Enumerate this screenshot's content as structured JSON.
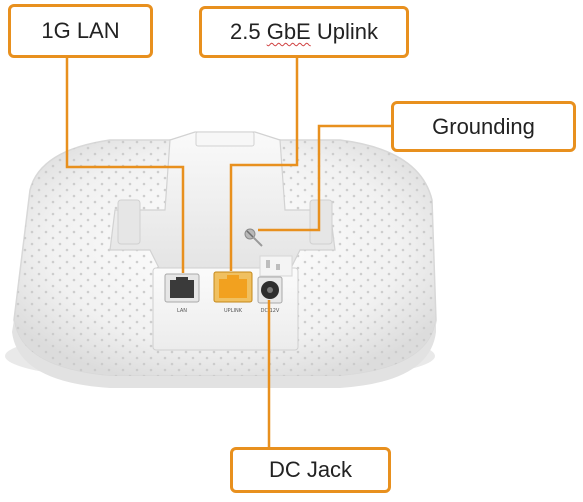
{
  "colors": {
    "callout_border": "#e8901e",
    "callout_text": "#222222",
    "device_body": "#f2f2f2",
    "port_highlight": "#f2a11f"
  },
  "callouts": {
    "lan": {
      "label": "1G LAN"
    },
    "uplink": {
      "label_prefix": "2.5 ",
      "label_word": "GbE",
      "label_suffix": " Uplink"
    },
    "grounding": {
      "label": "Grounding"
    },
    "dc_jack": {
      "label": "DC Jack"
    }
  },
  "port_labels": {
    "lan": "LAN",
    "uplink": "UPLINK",
    "dc": "DC 12V"
  },
  "icons": [
    "rj45-port-icon",
    "dc-jack-icon",
    "grounding-screw-icon",
    "vent-holes-icon"
  ]
}
